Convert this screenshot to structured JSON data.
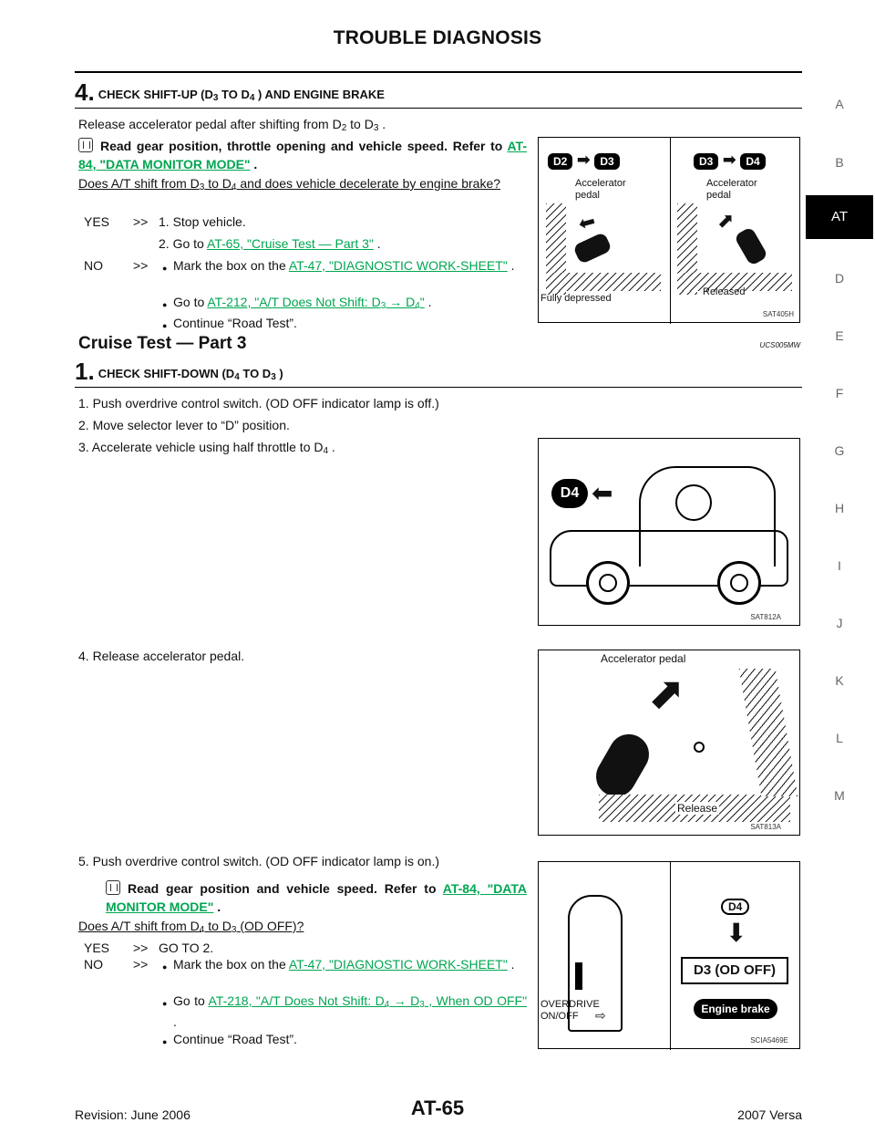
{
  "header": {
    "title": "TROUBLE DIAGNOSIS"
  },
  "side_tabs": [
    "A",
    "B",
    "AT",
    "D",
    "E",
    "F",
    "G",
    "H",
    "I",
    "J",
    "K",
    "L",
    "M"
  ],
  "side_active": "AT",
  "step4": {
    "num": "4.",
    "title_pre": "CHECK SHIFT-UP (D",
    "title_s1": "3",
    "title_mid": "  TO D",
    "title_s2": "4",
    "title_post": " ) AND ENGINE BRAKE",
    "intro_pre": "Release accelerator pedal after shifting from D",
    "intro_s1": "2",
    "intro_mid": "  to D",
    "intro_s2": "3",
    "intro_post": " .",
    "read_bold": "Read gear position, throttle opening and vehicle speed. Refer to ",
    "read_link": "AT-84, \"DATA MONITOR MODE\"",
    "read_end": " .",
    "question_pre": "Does A/T shift from D",
    "question_s1": "3",
    "question_mid": "  to D",
    "question_s2": "4",
    "question_post": "  and does vehicle decelerate by engine brake?",
    "yes_label": "YES",
    "yes_arrow": ">>",
    "yes_line1": "1. Stop vehicle.",
    "yes_line2_pre": "2. Go to ",
    "yes_line2_link": "AT-65, \"Cruise Test — Part 3\"",
    "yes_line2_post": " .",
    "no_label": "NO",
    "no_arrow": ">>",
    "no_b1_pre": "Mark the box on the ",
    "no_b1_link": "AT-47, \"DIAGNOSTIC WORK-SHEET\"",
    "no_b1_post": " .",
    "no_b2_pre": "Go to ",
    "no_b2_link_pre": "AT-212, \"A/T Does Not Shift: D",
    "no_b2_s1": "3",
    "no_b2_arrow": " → D",
    "no_b2_s2": "4",
    "no_b2_link_post": "\"",
    "no_b2_post": " .",
    "no_b3": "Continue “Road Test”."
  },
  "fig1": {
    "code": "SAT405H",
    "left_from": "D2",
    "left_to": "D3",
    "right_from": "D3",
    "right_to": "D4",
    "left_label1": "Accelerator",
    "left_label2": "pedal",
    "right_label1": "Accelerator",
    "right_label2": "pedal",
    "left_caption": "Fully depressed",
    "right_caption": "Released"
  },
  "section": {
    "title": "Cruise Test — Part 3",
    "code": "UCS005MW"
  },
  "step1": {
    "num": "1.",
    "title_pre": "CHECK SHIFT-DOWN (D",
    "title_s1": "4",
    "title_mid": "  TO D",
    "title_s2": "3",
    "title_post": " )",
    "l1": "1.  Push overdrive control switch. (OD OFF indicator lamp is off.)",
    "l2": "2.  Move selector lever to “D” position.",
    "l3_pre": "3.  Accelerate vehicle using half throttle to D",
    "l3_s": "4",
    "l3_post": " .",
    "l4": "4.  Release accelerator pedal.",
    "l5": "5.  Push overdrive control switch. (OD OFF indicator lamp is on.)",
    "read_bold": "Read gear position and vehicle speed. Refer to ",
    "read_link": "AT-84, \"DATA MONITOR MODE\"",
    "read_end": " .",
    "question_pre": "Does A/T shift from D",
    "question_s1": "4",
    "question_mid": "  to D",
    "question_s2": "3",
    "question_post": "  (OD OFF)?",
    "yes_label": "YES",
    "yes_arrow": ">>",
    "yes_text": "GO TO 2.",
    "no_label": "NO",
    "no_arrow": ">>",
    "no_b1_pre": "Mark the box on the ",
    "no_b1_link": "AT-47, \"DIAGNOSTIC WORK-SHEET\"",
    "no_b1_post": " .",
    "no_b2_pre": "Go to ",
    "no_b2_link_pre": "AT-218, \"A/T Does Not Shift: D",
    "no_b2_s1": "4",
    "no_b2_arrow": " → D",
    "no_b2_s2": "3",
    "no_b2_link_post": " , When OD OFF\"",
    "no_b2_post": " .",
    "no_b3": "Continue “Road Test”."
  },
  "fig2": {
    "code": "SAT812A",
    "badge": "D4"
  },
  "fig3": {
    "code": "SAT813A",
    "label_top": "Accelerator pedal",
    "label_bottom": "Release"
  },
  "fig4": {
    "code": "SCIA5469E",
    "badge": "D4",
    "od_box": "D3 (OD OFF)",
    "engine_brake": "Engine brake",
    "switch_label1": "OVERDRIVE",
    "switch_label2": "ON/OFF"
  },
  "footer": {
    "revision": "Revision: June 2006",
    "page": "AT-65",
    "model": "2007 Versa"
  }
}
